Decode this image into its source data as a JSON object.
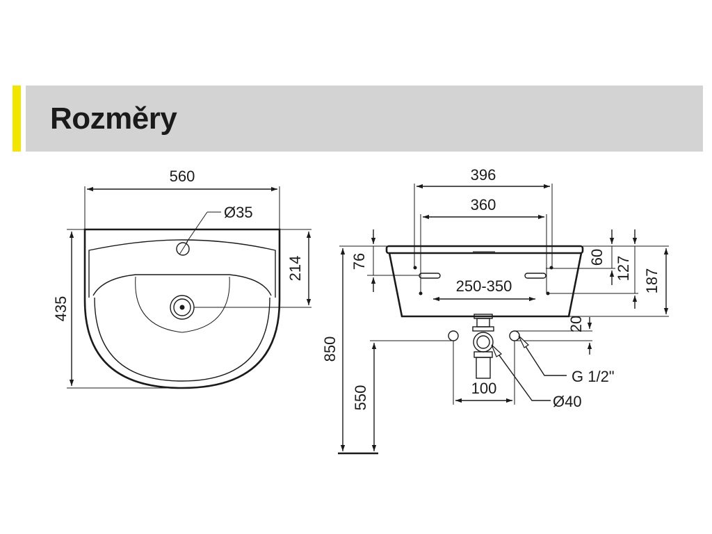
{
  "header": {
    "title": "Rozměry",
    "accent_color": "#f2e600",
    "band_color": "#d3d3d3"
  },
  "top_view": {
    "width_label": "560",
    "depth_label": "435",
    "tap_hole_label": "Ø35",
    "back_to_drain_label": "214"
  },
  "front_view": {
    "outer_bracket_label": "396",
    "inner_bracket_label": "360",
    "bracket_range_label": "250-350",
    "rim_height_label": "76",
    "label_60": "60",
    "label_127": "127",
    "label_187": "187",
    "label_20": "20",
    "total_height_label": "850",
    "supply_height_label": "550",
    "supply_spacing_label": "100",
    "supply_thread_label": "G 1/2\"",
    "waste_diameter_label": "Ø40"
  }
}
